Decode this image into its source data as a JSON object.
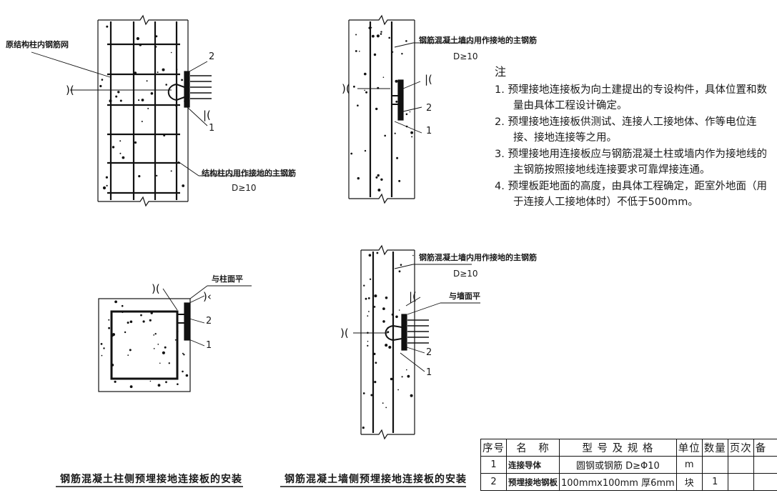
{
  "labels": {
    "col_mesh": "原结构柱内钢筋网",
    "col_bar": "结构柱内用作接地的主钢筋",
    "col_bar_d": "D≥10",
    "wall1_bar": "钢筋混凝土墙内用作接地的主钢筋",
    "wall1_bar_d": "D≥10",
    "flush_col": "与柱面平",
    "wall2_bar": "钢筋混凝土墙内用作接地的主钢筋",
    "wall2_bar_d": "D≥10",
    "flush_wall": "与墙面平",
    "n1": "1",
    "n2": "2"
  },
  "notes": {
    "heading": "注",
    "items": [
      "1. 预埋接地连接板为向土建提出的专设构件，具体位置和数量由具体工程设计确定。",
      "2. 预埋接地连接板供测试、连接人工接地体、作等电位连接、接地连接等之用。",
      "3. 预埋接地用连接板应与钢筋混凝土柱或墙内作为接地线的主钢筋按照接地线连接要求可靠焊接连通。",
      "4. 预埋板距地面的高度，由具体工程确定，距室外地面（用于连接人工接地体时）不低于500mm。"
    ]
  },
  "captions": {
    "column": "钢筋混凝土柱侧预埋接地连接板的安装",
    "wall": "钢筋混凝土墙侧预埋接地连接板的安装"
  },
  "table": {
    "headers": [
      "序号",
      "名　称",
      "型 号 及 规 格",
      "单位",
      "数量",
      "页次",
      "备　注"
    ],
    "rows": [
      [
        "1",
        "连接导体",
        "圆钢或钢筋 D≥Φ10",
        "m",
        "",
        "",
        ""
      ],
      [
        "2",
        "预埋接地钢板",
        "100mmx100mm 厚6mm",
        "块",
        "1",
        "",
        ""
      ]
    ]
  }
}
